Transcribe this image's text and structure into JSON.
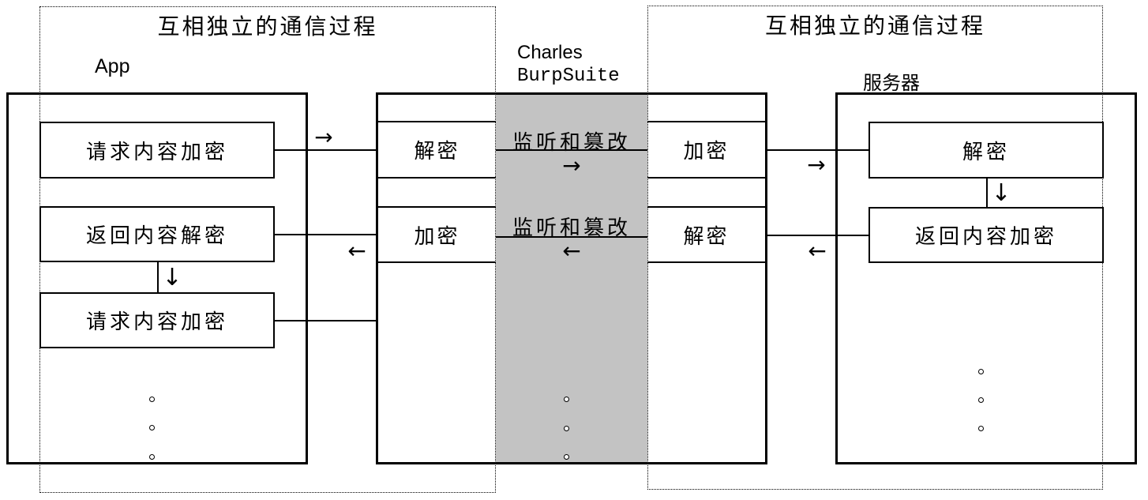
{
  "titles": {
    "left": "互相独立的通信过程",
    "right": "互相独立的通信过程"
  },
  "labels": {
    "app": "App",
    "proxy_line1": "Charles",
    "proxy_line2": "BurpSuite",
    "server": "服务器"
  },
  "app": {
    "box1": "请求内容加密",
    "box2": "返回内容解密",
    "box3": "请求内容加密"
  },
  "proxy": {
    "left_cell_top": "解密",
    "left_cell_bottom": "加密",
    "right_cell_top": "加密",
    "right_cell_bottom": "解密",
    "intercept_request": "监听和篡改",
    "intercept_response": "监听和篡改"
  },
  "server": {
    "box1": "解密",
    "box2": "返回内容加密"
  },
  "icons": {
    "arrow_right": "→",
    "arrow_left": "←",
    "arrow_down": "↓"
  },
  "colors": {
    "intercept_zone_bg": "#c3c3c3",
    "line": "#000000",
    "background": "#ffffff"
  }
}
